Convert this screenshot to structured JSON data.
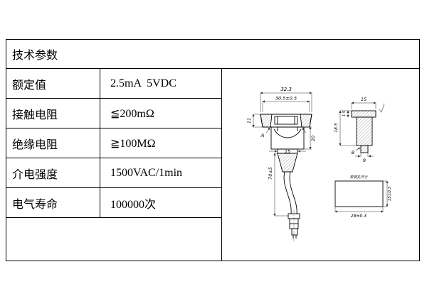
{
  "table": {
    "title": "技术参数",
    "rows": [
      {
        "label": "额定值",
        "value": "2.5mA  5VDC"
      },
      {
        "label": "接触电阻",
        "value": "≦200mΩ"
      },
      {
        "label": "绝缘电阻",
        "value": "≧100MΩ"
      },
      {
        "label": "介电强度",
        "value": "1500VAC/1min"
      },
      {
        "label": "电气寿命",
        "value": "100000次"
      }
    ]
  },
  "drawing": {
    "front": {
      "width_outer": "32.3",
      "width_inner": "30.5±0.5",
      "flange_height": "11",
      "neck_width": "15",
      "body_height": "20",
      "wire_length": "70±5",
      "section_label": "A"
    },
    "side": {
      "top_width": "15",
      "lip": "1.5",
      "height": "18.5",
      "stub_width": "9",
      "section_label": "B"
    },
    "hole": {
      "label": "安装孔尺寸",
      "width": "28±0.3",
      "height": "15±0.3"
    }
  }
}
